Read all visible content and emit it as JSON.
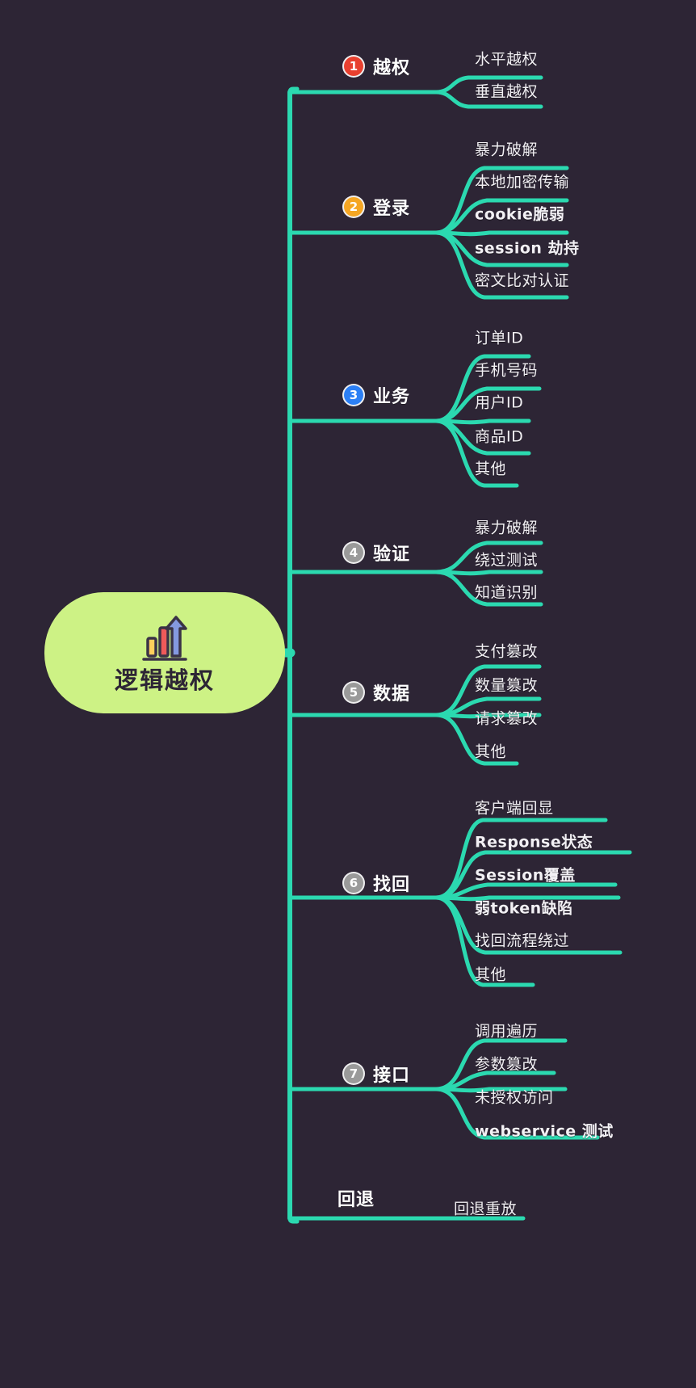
{
  "theme": {
    "background": "#2d2535",
    "branch_line": "#2bd9b0",
    "root_fill": "#cdf285",
    "root_text": "#2d2535",
    "leaf_text": "#f2f0f4",
    "badge_red": "#e8402f",
    "badge_orange": "#f5a623",
    "badge_blue": "#2b7ff5",
    "badge_gray": "#9a9a9a"
  },
  "root": {
    "label": "逻辑越权",
    "icon": "bar-chart-up-icon",
    "icon_bars": [
      {
        "color": "#ffcf5c",
        "height": 34
      },
      {
        "color": "#ef5a5a",
        "height": 48
      },
      {
        "color": "#8499e0",
        "height": 62
      }
    ]
  },
  "branches": [
    {
      "index": "1",
      "badge": "❶",
      "badge_color": "#e8402f",
      "label": "越权",
      "children": [
        {
          "label": "水平越权",
          "bold": false
        },
        {
          "label": "垂直越权",
          "bold": false
        }
      ]
    },
    {
      "index": "2",
      "badge": "❷",
      "badge_color": "#f5a623",
      "label": "登录",
      "children": [
        {
          "label": "暴力破解",
          "bold": false
        },
        {
          "label": "本地加密传输",
          "bold": false
        },
        {
          "label": "cookie脆弱",
          "bold": true
        },
        {
          "label": "session 劫持",
          "bold": true
        },
        {
          "label": "密文比对认证",
          "bold": false
        }
      ]
    },
    {
      "index": "3",
      "badge": "❸",
      "badge_color": "#2b7ff5",
      "label": "业务",
      "children": [
        {
          "label": "订单ID",
          "bold": false
        },
        {
          "label": "手机号码",
          "bold": false
        },
        {
          "label": "用户ID",
          "bold": false
        },
        {
          "label": "商品ID",
          "bold": false
        },
        {
          "label": "其他",
          "bold": false
        }
      ]
    },
    {
      "index": "4",
      "badge": "❹",
      "badge_color": "#9a9a9a",
      "label": "验证",
      "children": [
        {
          "label": "暴力破解",
          "bold": false
        },
        {
          "label": "绕过测试",
          "bold": false
        },
        {
          "label": "知道识别",
          "bold": false
        }
      ]
    },
    {
      "index": "5",
      "badge": "❺",
      "badge_color": "#9a9a9a",
      "label": "数据",
      "children": [
        {
          "label": "支付篡改",
          "bold": false
        },
        {
          "label": "数量篡改",
          "bold": false
        },
        {
          "label": "请求篡改",
          "bold": false
        },
        {
          "label": "其他",
          "bold": false
        }
      ]
    },
    {
      "index": "6",
      "badge": "❻",
      "badge_color": "#9a9a9a",
      "label": "找回",
      "children": [
        {
          "label": "客户端回显",
          "bold": false
        },
        {
          "label": "Response状态",
          "bold": true
        },
        {
          "label": "Session覆盖",
          "bold": true
        },
        {
          "label": "弱token缺陷",
          "bold": true
        },
        {
          "label": "找回流程绕过",
          "bold": false
        },
        {
          "label": "其他",
          "bold": false
        }
      ]
    },
    {
      "index": "7",
      "badge": "❼",
      "badge_color": "#9a9a9a",
      "label": "接口",
      "children": [
        {
          "label": "调用遍历",
          "bold": false
        },
        {
          "label": "参数篡改",
          "bold": false
        },
        {
          "label": "未授权访问",
          "bold": false
        },
        {
          "label": "webservice 测试",
          "bold": true
        }
      ]
    },
    {
      "index": "8",
      "badge": "",
      "badge_color": "",
      "label": "回退",
      "children": [
        {
          "label": "回退重放",
          "bold": false
        }
      ]
    }
  ]
}
